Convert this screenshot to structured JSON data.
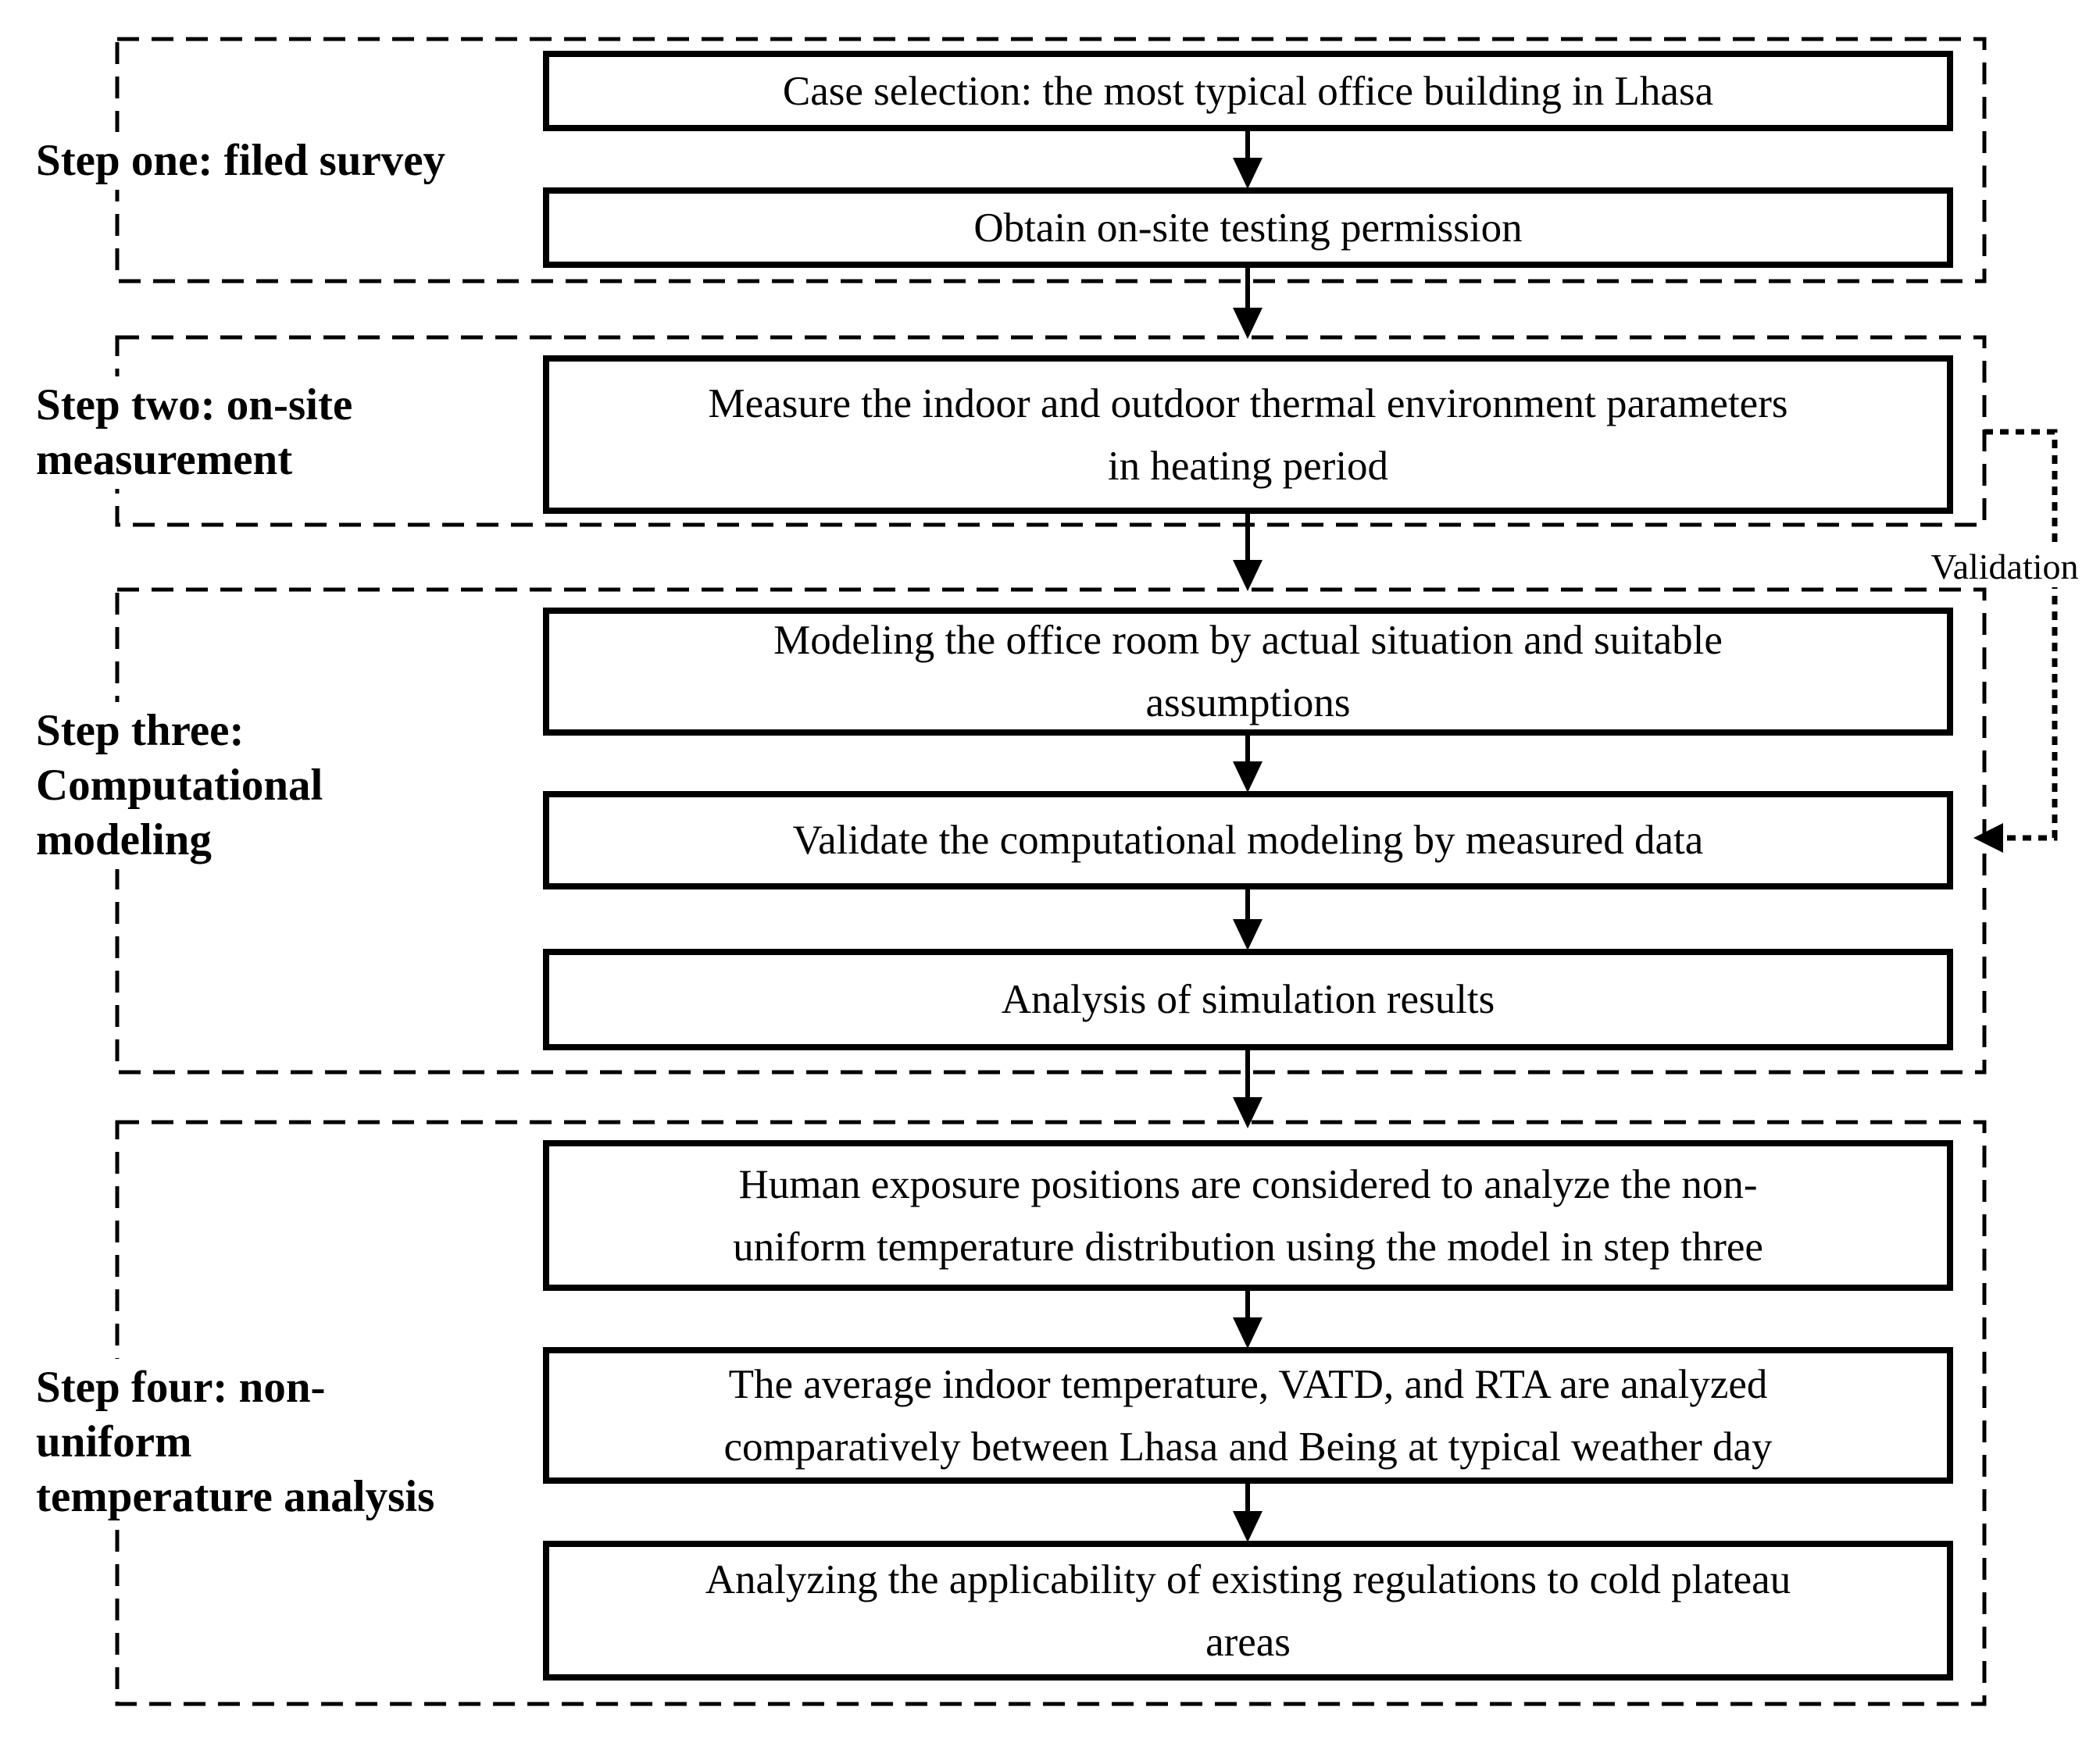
{
  "diagram": {
    "steps": [
      {
        "label_lines": [
          "Step one: filed survey"
        ],
        "boxes": [
          {
            "lines": [
              "Case selection: the most typical office building in Lhasa"
            ]
          },
          {
            "lines": [
              "Obtain on-site testing permission"
            ]
          }
        ]
      },
      {
        "label_lines": [
          "Step two: on-site",
          "measurement"
        ],
        "boxes": [
          {
            "lines": [
              "Measure the indoor and outdoor thermal environment parameters",
              "in heating period"
            ]
          }
        ]
      },
      {
        "label_lines": [
          "Step three:",
          "Computational",
          "modeling"
        ],
        "boxes": [
          {
            "lines": [
              "Modeling the office room by actual situation and suitable",
              "assumptions"
            ]
          },
          {
            "lines": [
              "Validate the computational modeling by measured data"
            ]
          },
          {
            "lines": [
              "Analysis of simulation results"
            ]
          }
        ]
      },
      {
        "label_lines": [
          "Step four: non-",
          "uniform",
          "temperature analysis"
        ],
        "boxes": [
          {
            "lines": [
              "Human exposure positions are considered to analyze the non-",
              "uniform temperature distribution using the model in step three"
            ]
          },
          {
            "lines": [
              "The average indoor temperature, VATD, and RTA are analyzed",
              "comparatively between Lhasa and Being at typical weather day"
            ]
          },
          {
            "lines": [
              "Analyzing the applicability of existing regulations to cold plateau",
              "areas"
            ]
          }
        ]
      }
    ],
    "validation_label": "Validation",
    "colors": {
      "ink": "#000000",
      "background": "#ffffff"
    }
  }
}
